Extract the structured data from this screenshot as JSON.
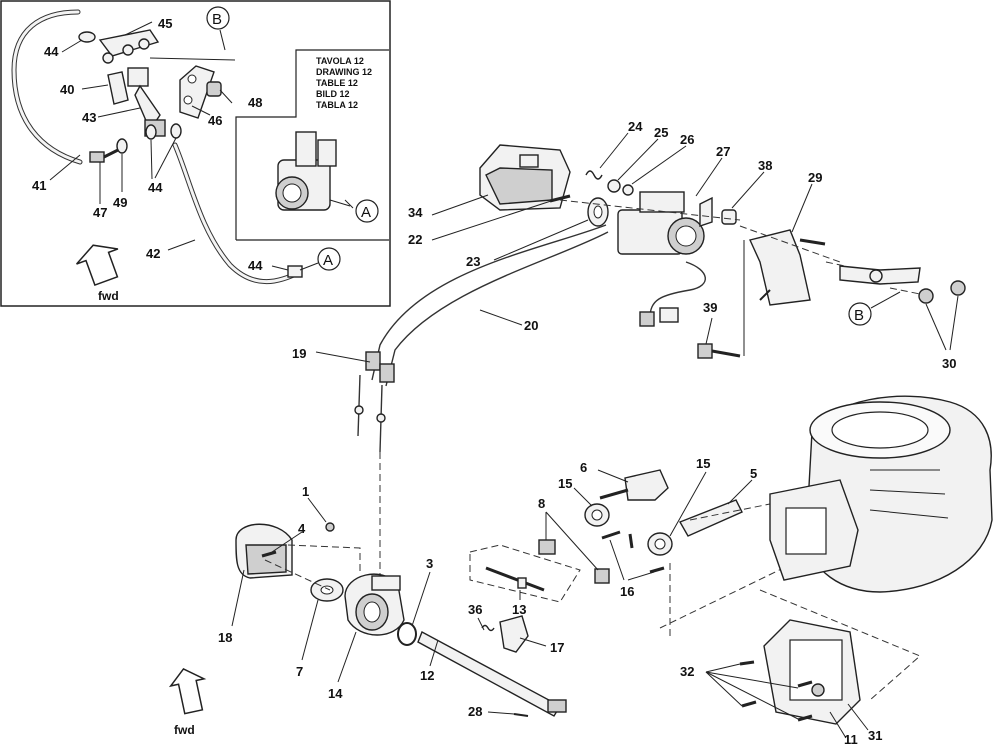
{
  "inset": {
    "table_ref": [
      "TAVOLA 12",
      "DRAWING 12",
      "TABLE 12",
      "BILD 12",
      "TABLA 12"
    ],
    "fwd_label": "fwd",
    "circle_a": "A",
    "circle_b": "B",
    "labels": {
      "n45": "45",
      "n44a": "44",
      "n40": "40",
      "n43": "43",
      "n46": "46",
      "n48": "48",
      "n41": "41",
      "n47": "47",
      "n49": "49",
      "n44b": "44",
      "n42": "42",
      "n44c": "44"
    }
  },
  "main": {
    "fwd_label": "fwd",
    "circle_b": "B",
    "labels": {
      "n24": "24",
      "n25": "25",
      "n26": "26",
      "n27": "27",
      "n38": "38",
      "n29": "29",
      "n34": "34",
      "n22": "22",
      "n23": "23",
      "n39": "39",
      "n30": "30",
      "n20": "20",
      "n19": "19",
      "n1": "1",
      "n4": "4",
      "n3": "3",
      "n18": "18",
      "n7": "7",
      "n14": "14",
      "n12": "12",
      "n36": "36",
      "n17": "17",
      "n28": "28",
      "n13": "13",
      "n8": "8",
      "n6": "6",
      "n15a": "15",
      "n15b": "15",
      "n5": "5",
      "n16": "16",
      "n32": "32",
      "n11": "11",
      "n31": "31"
    }
  }
}
